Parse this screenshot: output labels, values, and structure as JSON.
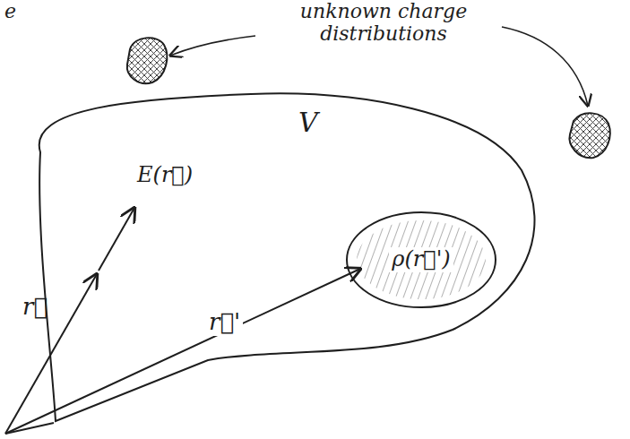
{
  "diagram": {
    "nodes": [
      {
        "text": [
          "V"
        ]
      },
      {
        "text": [
          "ρ(r⃗')"
        ],
        "in": 0
      }
    ],
    "labels": [
      "e",
      "unknown charge distributions",
      "E(r⃗)",
      "r⃗",
      "r⃗'"
    ]
  }
}
